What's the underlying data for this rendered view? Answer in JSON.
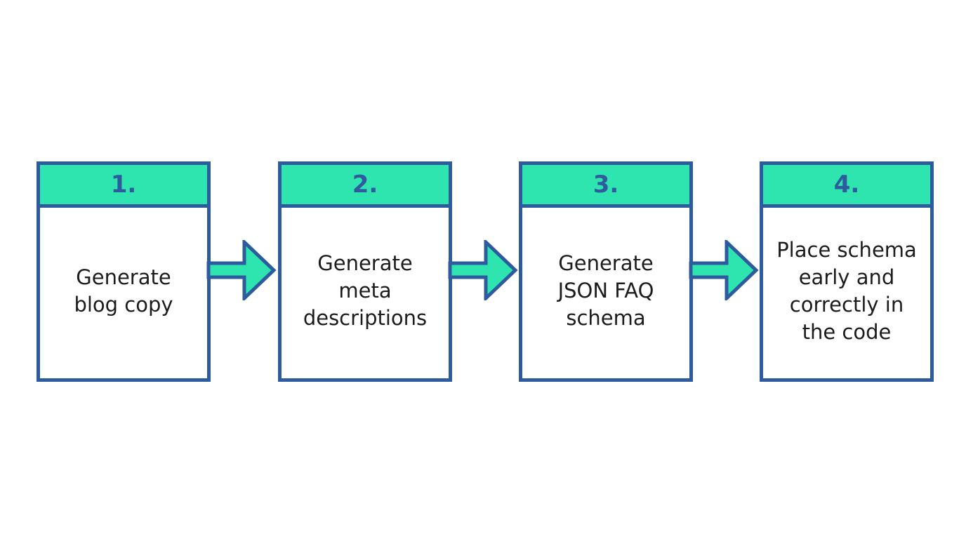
{
  "diagram": {
    "colors": {
      "border": "#2e5a9e",
      "header_fill": "#2ee5b0",
      "arrow_fill": "#2ee5b0",
      "text": "#1c1c1c",
      "number_text": "#2e5a9e"
    },
    "steps": [
      {
        "number": "1.",
        "text": "Generate\nblog copy"
      },
      {
        "number": "2.",
        "text": "Generate\nmeta\ndescriptions"
      },
      {
        "number": "3.",
        "text": "Generate\nJSON FAQ\nschema"
      },
      {
        "number": "4.",
        "text": "Place schema\nearly and\ncorrectly in\nthe code"
      }
    ]
  }
}
